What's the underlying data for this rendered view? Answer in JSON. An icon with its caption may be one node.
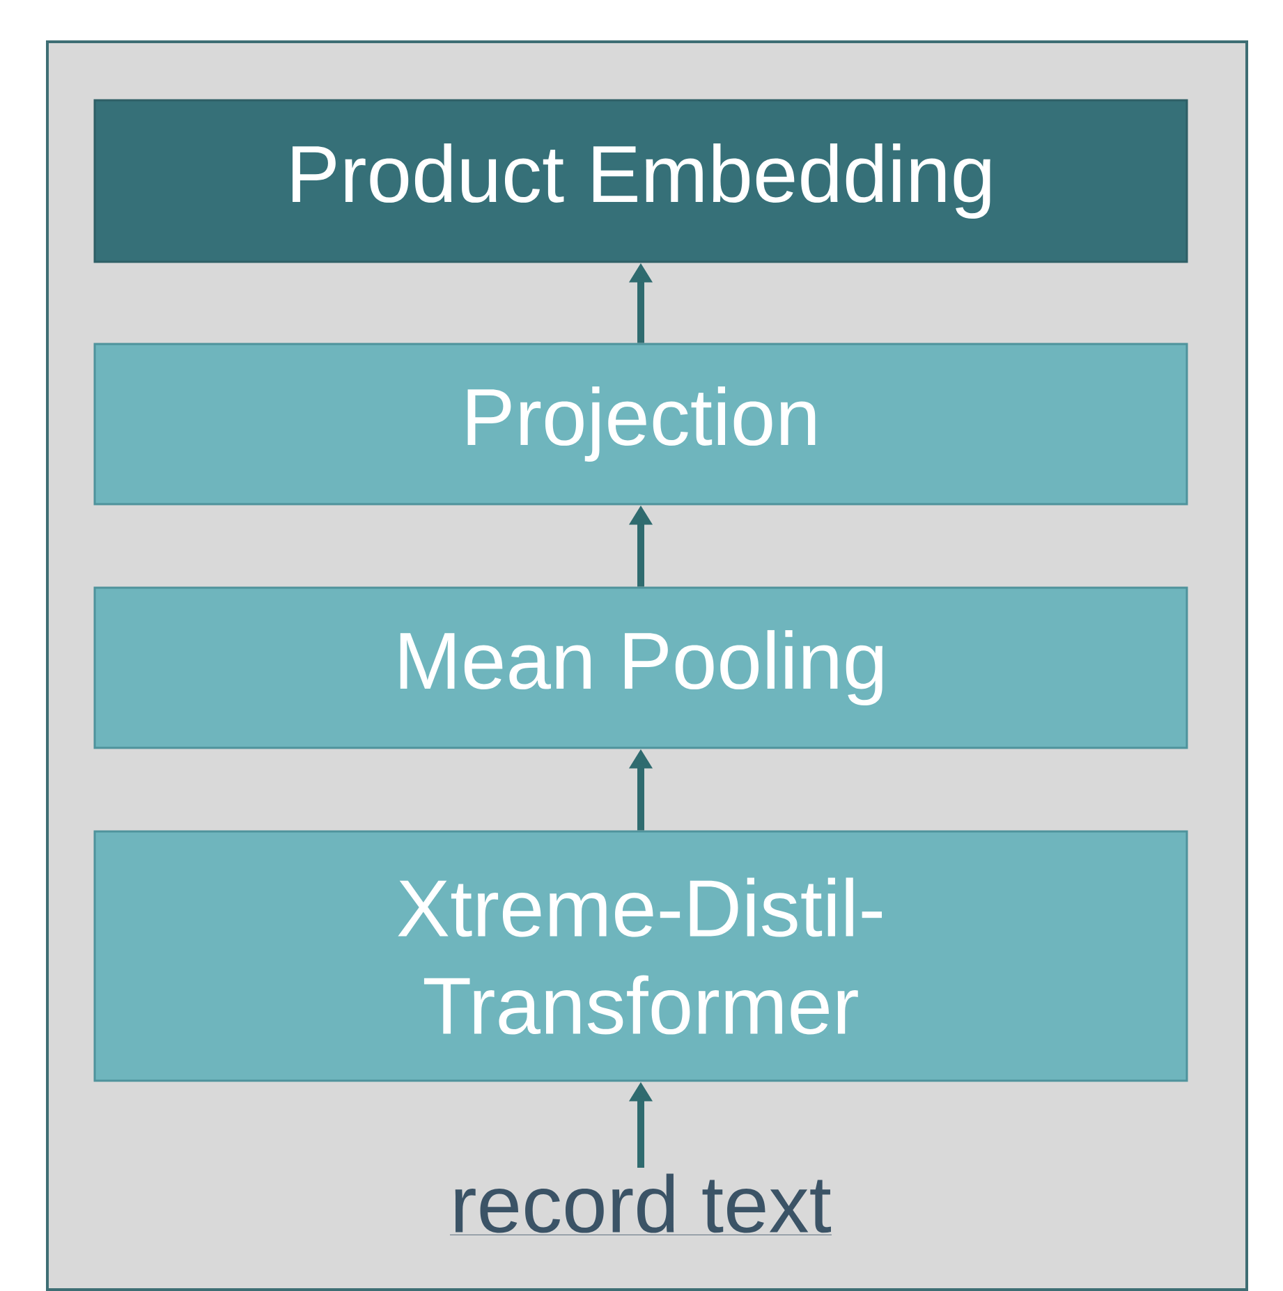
{
  "diagram": {
    "nodes": [
      {
        "text": [],
        "shape": "box"
      },
      {
        "text": [
          "Product Embedding"
        ],
        "in": 0
      },
      {
        "text": [
          "Projection"
        ],
        "in": 0
      },
      {
        "text": [
          "Mean Pooling"
        ],
        "in": 0
      },
      {
        "text": [
          "Xtreme-Distil- Transformer"
        ],
        "in": 0
      },
      {
        "text": [
          "record text"
        ],
        "in": 0
      }
    ],
    "edges": [
      {
        "from": 5,
        "to": 4,
        "arrow": "to"
      },
      {
        "from": 4,
        "to": 3,
        "arrow": "to"
      },
      {
        "from": 3,
        "to": 2,
        "arrow": "to"
      },
      {
        "from": 2,
        "to": 1,
        "arrow": "to"
      }
    ]
  }
}
